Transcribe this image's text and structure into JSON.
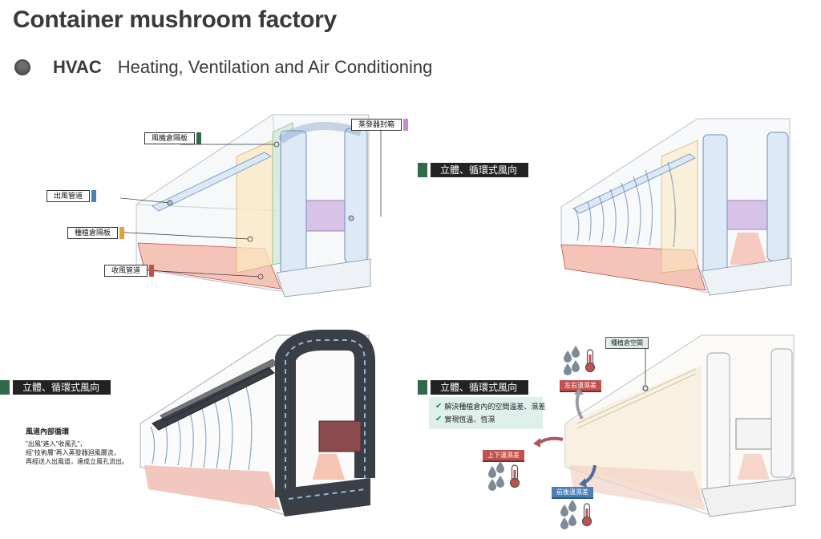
{
  "page": {
    "title": "Container mushroom factory",
    "section_bold": "HVAC",
    "section_text": "Heating, Ventilation and Air Conditioning"
  },
  "panel1": {
    "labels": {
      "fan_partition": "風機倉隔板",
      "evaporator": "蒸發器封箱",
      "outlet_duct": "出風管道",
      "grow_partition": "種植倉隔板",
      "return_duct": "收風管道"
    },
    "colors": {
      "fan_partition": "#2f6b4a",
      "evaporator": "#c78ccf",
      "outlet_duct": "#4a7fb8",
      "grow_partition": "#e0a23a",
      "return_duct": "#c0514f"
    }
  },
  "panel2": {
    "banner": "立體、循環式風向"
  },
  "panel3": {
    "banner": "立體、循環式風向",
    "note_title": "風道內部循環",
    "note_lines": [
      "\"出風\"進入\"收風孔\"，",
      "經\"技術層\"再入蒸發器迴風層流，",
      "再經送入出風道，達成立風孔流出。"
    ]
  },
  "panel4": {
    "banner": "立體、循環式風向",
    "benefits": [
      "解決種植倉內的空間溫差、濕差",
      "實現恆溫、恆濕"
    ],
    "callouts": {
      "grow_space": "種植倉空間",
      "lr_diff": "左右溫濕差",
      "ud_diff": "上下溫濕差",
      "fb_diff": "前後溫濕差"
    }
  },
  "icons": [
    "water-drop-icon",
    "thermometer-icon",
    "check-icon",
    "curved-arrow-icon"
  ]
}
